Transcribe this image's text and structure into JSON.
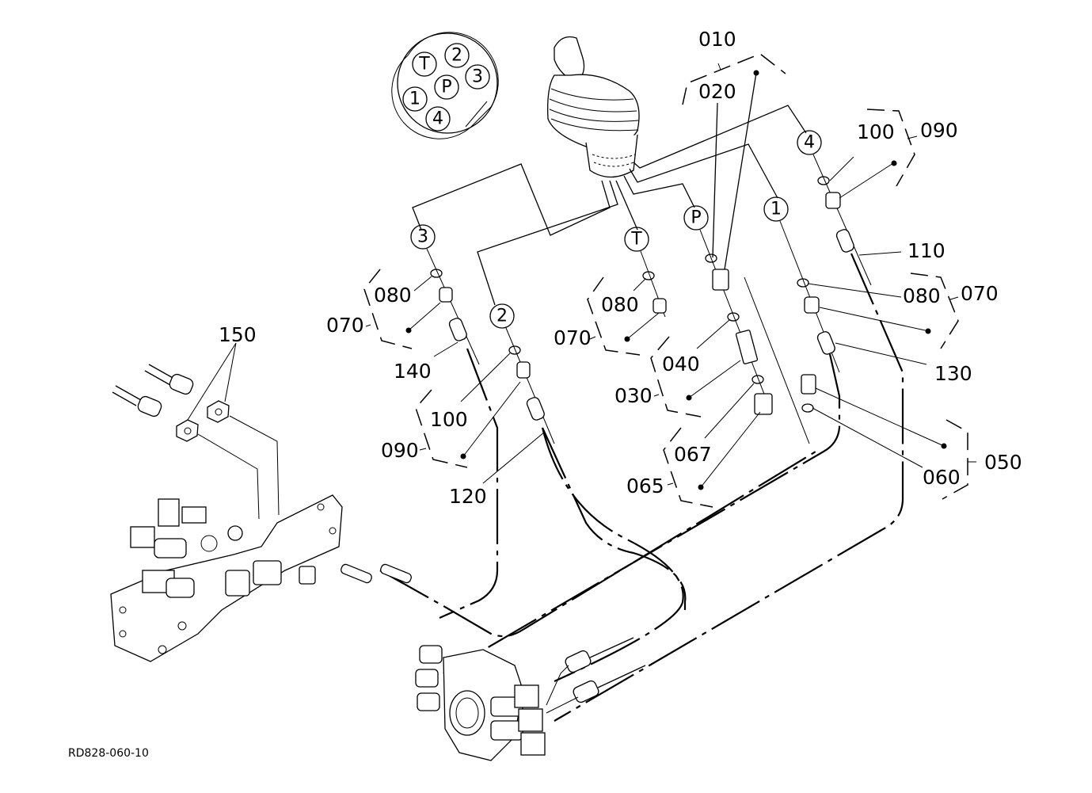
{
  "diagram": {
    "code": "RD828-060-10",
    "connector_face": {
      "ports": [
        "T",
        "2",
        "3",
        "P",
        "1",
        "4"
      ]
    },
    "port_callouts": {
      "port_3": "3",
      "port_2": "2",
      "port_T": "T",
      "port_P": "P",
      "port_1": "1",
      "port_4": "4"
    },
    "part_labels": {
      "p010": "010",
      "p020": "020",
      "p030": "030",
      "p040": "040",
      "p050": "050",
      "p060": "060",
      "p065": "065",
      "p067": "067",
      "p070_left": "070",
      "p080_left": "080",
      "p070_mid": "070",
      "p080_mid": "080",
      "p070_right": "070",
      "p080_right": "080",
      "p090_left": "090",
      "p100_left": "100",
      "p090_right": "090",
      "p100_right": "100",
      "p110": "110",
      "p120": "120",
      "p130": "130",
      "p140": "140",
      "p150": "150"
    }
  }
}
